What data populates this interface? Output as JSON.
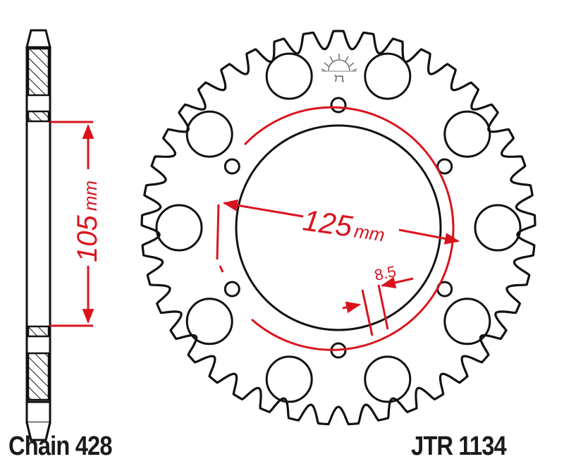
{
  "drawing": {
    "chain_label": "Chain 428",
    "part_number": "JTR 1134",
    "side_view": {
      "dimension_value": "105",
      "dimension_unit": "mm"
    },
    "front_view": {
      "pcd_value": "125",
      "pcd_unit": "mm",
      "bolt_hole_diameter": "8.5",
      "large_holes": 10,
      "bolt_holes": 6,
      "teeth": 41
    },
    "colors": {
      "outline": "#111111",
      "dimension": "#d9141e",
      "background": "#ffffff"
    },
    "logo_icon": "sun-logo-icon"
  }
}
